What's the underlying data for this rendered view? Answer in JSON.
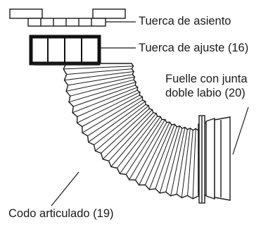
{
  "labels": {
    "seat_nut": "Tuerca de asiento",
    "adjust_nut": "Tuerca de ajuste (16)",
    "bellows_line1": "Fuelle con junta",
    "bellows_line2": "doble labio (20)",
    "elbow": "Codo articulado (19)"
  },
  "colors": {
    "line": "#1a1a1a",
    "background": "#ffffff"
  }
}
